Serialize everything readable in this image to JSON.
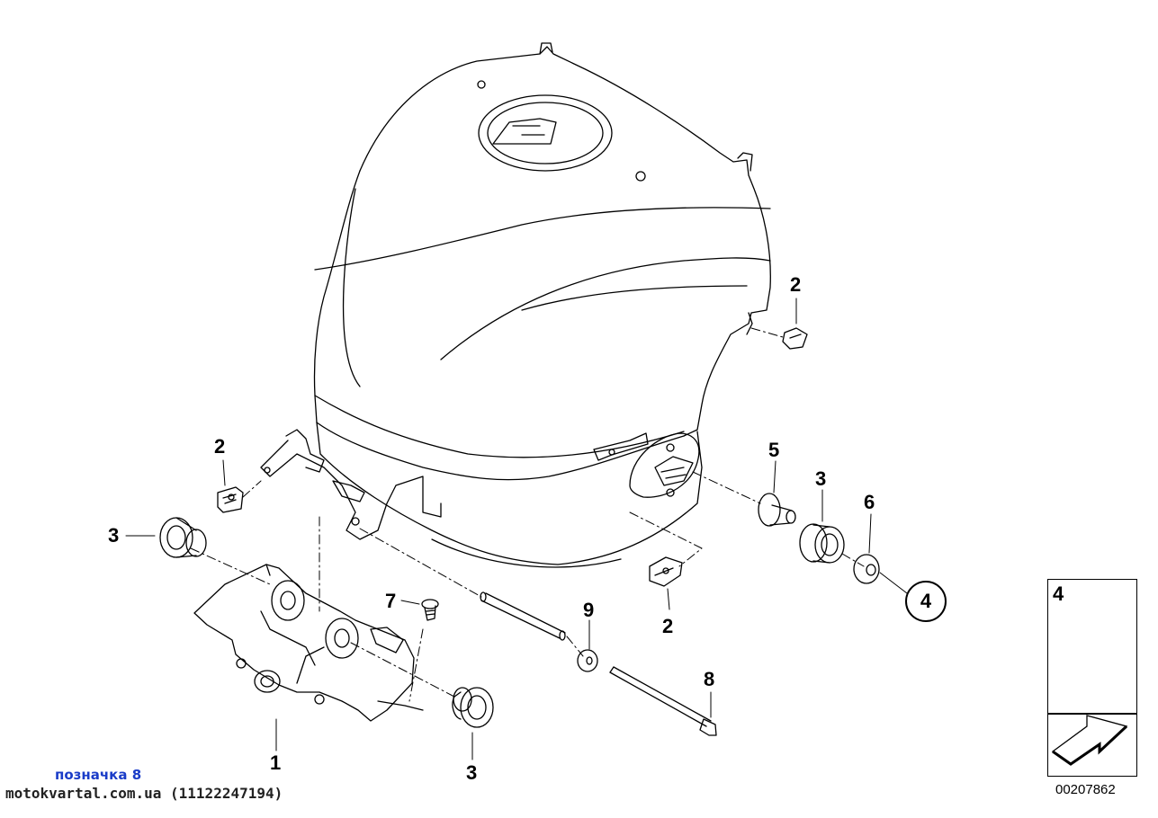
{
  "callouts": {
    "c2_right": "2",
    "c2_left": "2",
    "c2_bottom": "2",
    "c3_left": "3",
    "c3_bottom": "3",
    "c3_right": "3",
    "c5": "5",
    "c6": "6",
    "c7": "7",
    "c9": "9",
    "c8": "8",
    "c1": "1",
    "c4_circle": "4"
  },
  "legend": {
    "item_number": "4"
  },
  "watermark": {
    "label": "позначка 8",
    "site": "motokvartal.com.ua (11122247194)"
  },
  "diagram_id": "00207862"
}
